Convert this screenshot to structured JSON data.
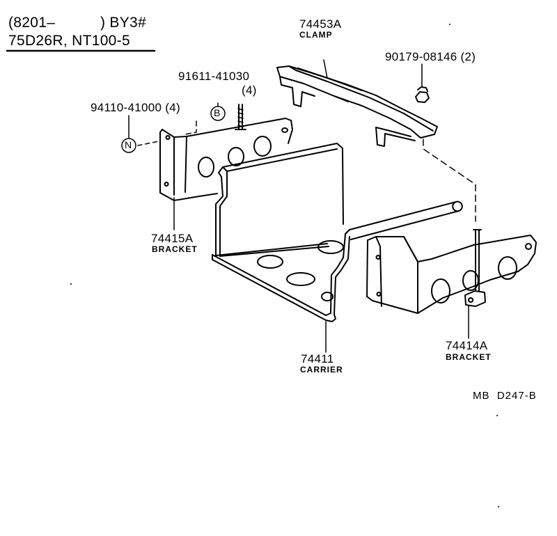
{
  "header": {
    "line1_left": "(8201–",
    "line1_right": ") BY3#",
    "line2": "75D26R, NT100-5"
  },
  "parts": [
    {
      "number": "74453A",
      "name": "CLAMP"
    },
    {
      "number": "90179-08146 (2)"
    },
    {
      "number": "91611-41030",
      "qty": "(4)",
      "symbol": "B"
    },
    {
      "number": "94110-41000 (4)",
      "symbol": "N"
    },
    {
      "number": "74415A",
      "name": "BRACKET"
    },
    {
      "number": "74411",
      "name": "CARRIER"
    },
    {
      "number": "74414A",
      "name": "BRACKET"
    }
  ],
  "reference": "MB  D247-B"
}
